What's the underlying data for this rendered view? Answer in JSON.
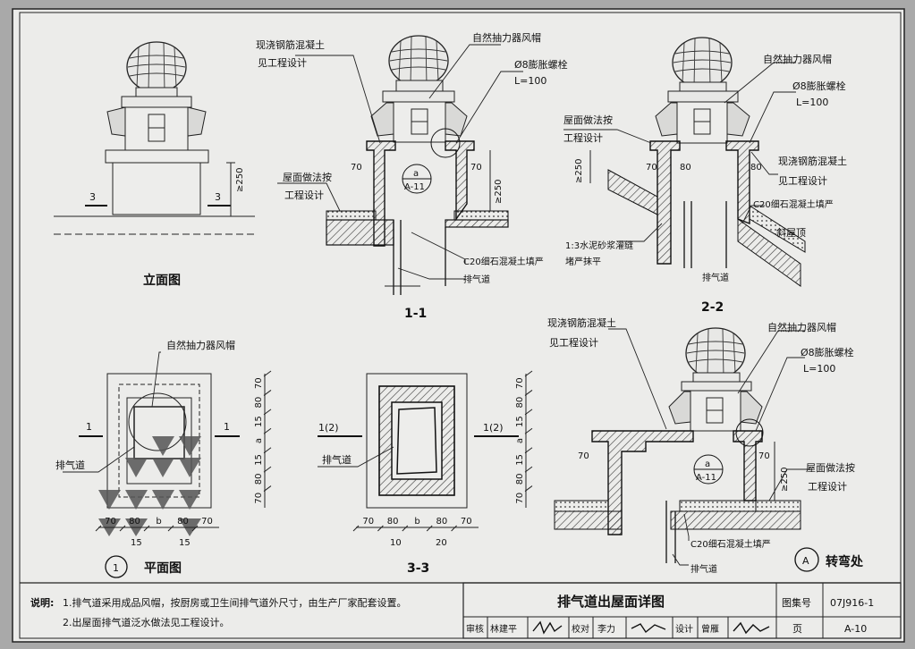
{
  "colors": {
    "paper": "#ececea",
    "ink": "#1a1a1a",
    "hatch": "#5a5a5a",
    "frame": "#d8d8d8"
  },
  "elevation": {
    "title": "立面图",
    "dim_250": "≥250",
    "cut_left": "3",
    "cut_right": "3"
  },
  "sec11": {
    "title": "1-1",
    "note_rc": "现浇钢筋混凝土",
    "note_rc2": "见工程设计",
    "note_cap": "自然抽力器风帽",
    "note_bolt": "Ø8膨胀螺栓",
    "note_bolt_L": "L=100",
    "note_roof": "屋面做法按",
    "note_roof2": "工程设计",
    "dim70a": "70",
    "dim70b": "70",
    "dim250": "≥250",
    "callout_a": "a",
    "callout_ref": "A-11",
    "note_c20": "C20细石混凝土填严",
    "note_duct": "排气道"
  },
  "sec22": {
    "title": "2-2",
    "note_cap": "自然抽力器风帽",
    "note_bolt": "Ø8膨胀螺栓",
    "note_bolt_L": "L=100",
    "note_roof": "屋面做法按",
    "note_roof2": "工程设计",
    "dim250": "≥250",
    "dim70": "70",
    "dim80a": "80",
    "dim80b": "80",
    "note_rc": "现浇钢筋混凝土",
    "note_rc2": "见工程设计",
    "note_c20": "C20细石混凝土填严",
    "note_slope": "斜屋顶",
    "note_mortar": "1:3水泥砂浆灌缝",
    "note_mortar2": "堵严抹平",
    "note_duct": "排气道"
  },
  "plan": {
    "title": "平面图",
    "circle": "1",
    "note_cap": "自然抽力器风帽",
    "note_duct": "排气道",
    "cut_l": "1",
    "cut_r": "1",
    "dims_bottom": [
      "70",
      "80",
      "b",
      "80",
      "70"
    ],
    "dims_bottom2": [
      "15",
      "15"
    ],
    "dims_right": [
      "70",
      "80",
      "15",
      "a",
      "15",
      "80",
      "70"
    ]
  },
  "sec33": {
    "title": "3-3",
    "cut_l": "1(2)",
    "cut_r": "1(2)",
    "note_duct": "排气道",
    "dims_bottom": [
      "70",
      "80",
      "b",
      "80",
      "70"
    ],
    "dims_bottom2": [
      "10",
      "20"
    ],
    "dims_right": [
      "70",
      "80",
      "15",
      "a",
      "15",
      "80",
      "70"
    ]
  },
  "detA": {
    "title": "转弯处",
    "circle": "A",
    "note_rc": "现浇钢筋混凝土",
    "note_rc2": "见工程设计",
    "note_cap": "自然抽力器风帽",
    "note_bolt": "Ø8膨胀螺栓",
    "note_bolt_L": "L=100",
    "note_roof": "屋面做法按",
    "note_roof2": "工程设计",
    "dim70a": "70",
    "dim70b": "70",
    "dim250": "≥250",
    "callout_a": "a",
    "callout_ref": "A-11",
    "note_c20": "C20细石混凝土填严",
    "note_duct": "排气道"
  },
  "notes": {
    "label": "说明:",
    "line1": "1.排气道采用成品风帽，按厨房或卫生间排气道外尺寸，由生产厂家配套设置。",
    "line2": "2.出屋面排气道泛水做法见工程设计。"
  },
  "titleblock": {
    "drawing_title": "排气道出屋面详图",
    "atlas_label": "图集号",
    "atlas_no": "07J916-1",
    "review_label": "审核",
    "review_name": "林建平",
    "check_label": "校对",
    "check_name": "李力",
    "design_label": "设计",
    "design_name": "曾雁",
    "page_label": "页",
    "page_no": "A-10"
  }
}
